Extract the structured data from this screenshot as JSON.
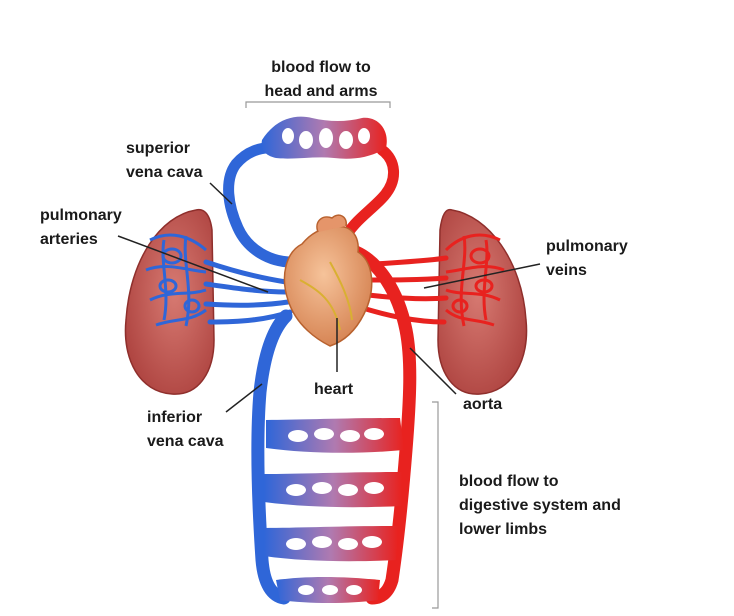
{
  "labels": {
    "head_arms_1": "blood flow to",
    "head_arms_2": "head and arms",
    "superior_1": "superior",
    "superior_2": "vena cava",
    "pulm_art_1": "pulmonary",
    "pulm_art_2": "arteries",
    "pulm_vein_1": "pulmonary",
    "pulm_vein_2": "veins",
    "heart": "heart",
    "aorta": "aorta",
    "inferior_1": "inferior",
    "inferior_2": "vena cava",
    "digestive_1": "blood flow to",
    "digestive_2": "digestive system and",
    "digestive_3": "lower limbs"
  },
  "colors": {
    "vein_blue": "#2f66d8",
    "artery_red": "#e8221f",
    "mixed_purple": "#b07ab0",
    "lung": "#c2534f",
    "heart": "#e0a070",
    "leader_line": "#222222",
    "bracket": "#999999"
  }
}
